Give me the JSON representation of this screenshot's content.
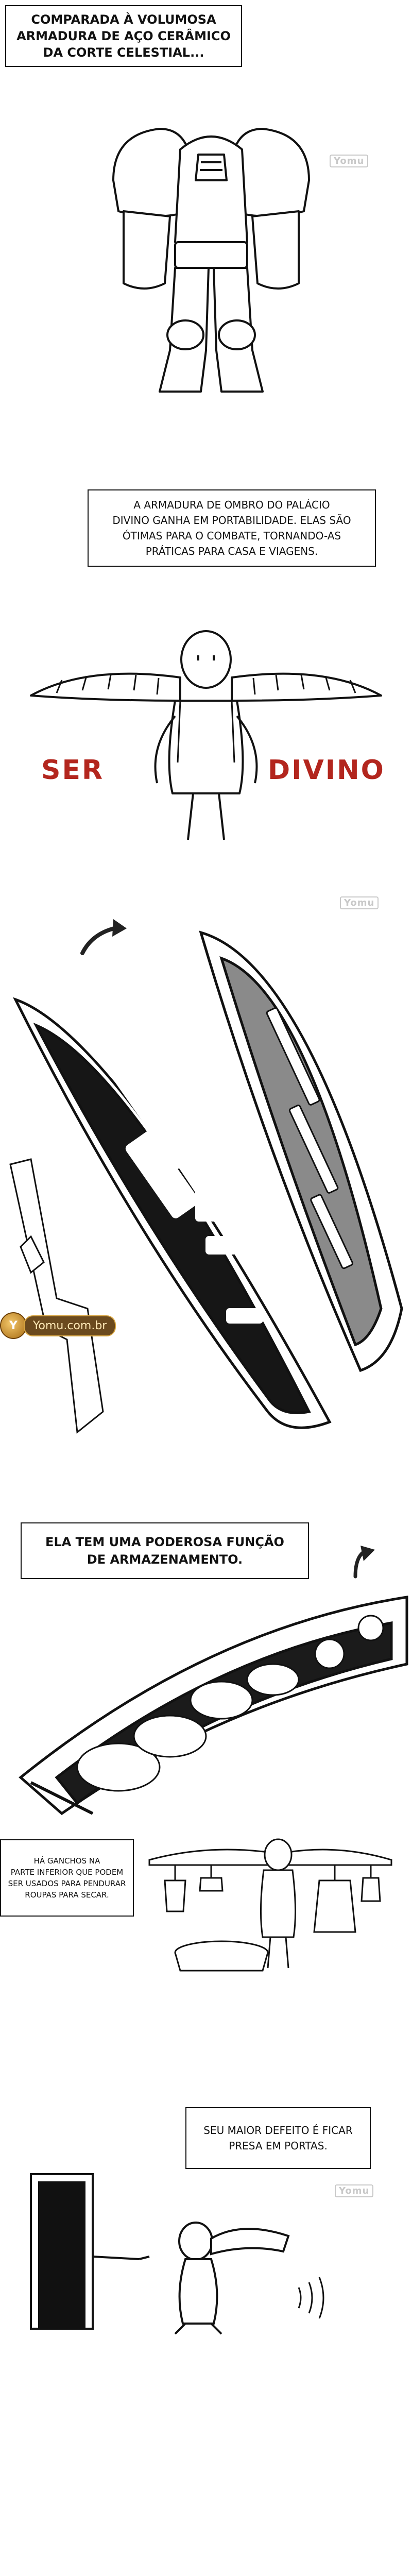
{
  "captions": {
    "c1": "COMPARADA À VOLUMOSA\nARMADURA DE AÇO CERÂMICO\nDA CORTE CELESTIAL...",
    "c2": "A ARMADURA DE OMBRO DO PALÁCIO\nDIVINO GANHA EM PORTABILIDADE. ELAS SÃO\nÓTIMAS PARA O COMBATE, TORNANDO-AS\nPRÁTICAS PARA CASA E VIAGENS.",
    "c3": "ELA TEM UMA PODEROSA FUNÇÃO\nDE ARMAZENAMENTO.",
    "c4": "HÁ GANCHOS NA\nPARTE INFERIOR QUE PODEM\nSER USADOS PARA PENDURAR\nROUPAS PARA SECAR.",
    "c5": "SEU MAIOR DEFEITO É FICAR\nPRESA EM PORTAS."
  },
  "sfx": {
    "left": "SER",
    "right": "DIVINO",
    "color": "#b3261e"
  },
  "site_badge": {
    "emblem": "Y",
    "label": "Yomu.com.br"
  },
  "watermark": "Yomu",
  "colors": {
    "ink": "#111111",
    "paper": "#ffffff"
  }
}
